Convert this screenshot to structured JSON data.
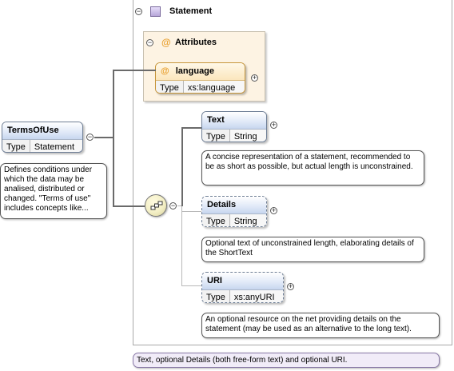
{
  "root": {
    "name": "TermsOfUse",
    "type_key": "Type",
    "type_value": "Statement",
    "doc": "Defines conditions under which the data may be analised, distributed or changed. \"Terms of use\" includes concepts like..."
  },
  "complex_type": {
    "title": "Statement",
    "doc": "Text, optional Details (both free-form text) and optional URI."
  },
  "attributes": {
    "title": "Attributes",
    "at_symbol": "@",
    "items": [
      {
        "name": "language",
        "type_key": "Type",
        "type_value": "xs:language"
      }
    ]
  },
  "children": [
    {
      "name": "Text",
      "type_key": "Type",
      "type_value": "String",
      "doc": "A concise representation of a statement, recommended to be as short as possible, but actual length is unconstrained."
    },
    {
      "name": "Details",
      "type_key": "Type",
      "type_value": "String",
      "doc": "Optional text of unconstrained length, elaborating details of the ShortText"
    },
    {
      "name": "URI",
      "type_key": "Type",
      "type_value": "xs:anyURI",
      "doc": "An optional resource on the net providing details on the statement (may be used as an alternative to the long text)."
    }
  ],
  "symbols": {
    "collapse": "−",
    "expand": "+"
  },
  "colors": {
    "element_header": "#dfe8f7",
    "attributes_bg": "#fdf3e3",
    "attribute_accent": "#e8a030",
    "complex_type_doc_bg": "#f1ecf8",
    "sequence_bg": "#f3efc6"
  }
}
